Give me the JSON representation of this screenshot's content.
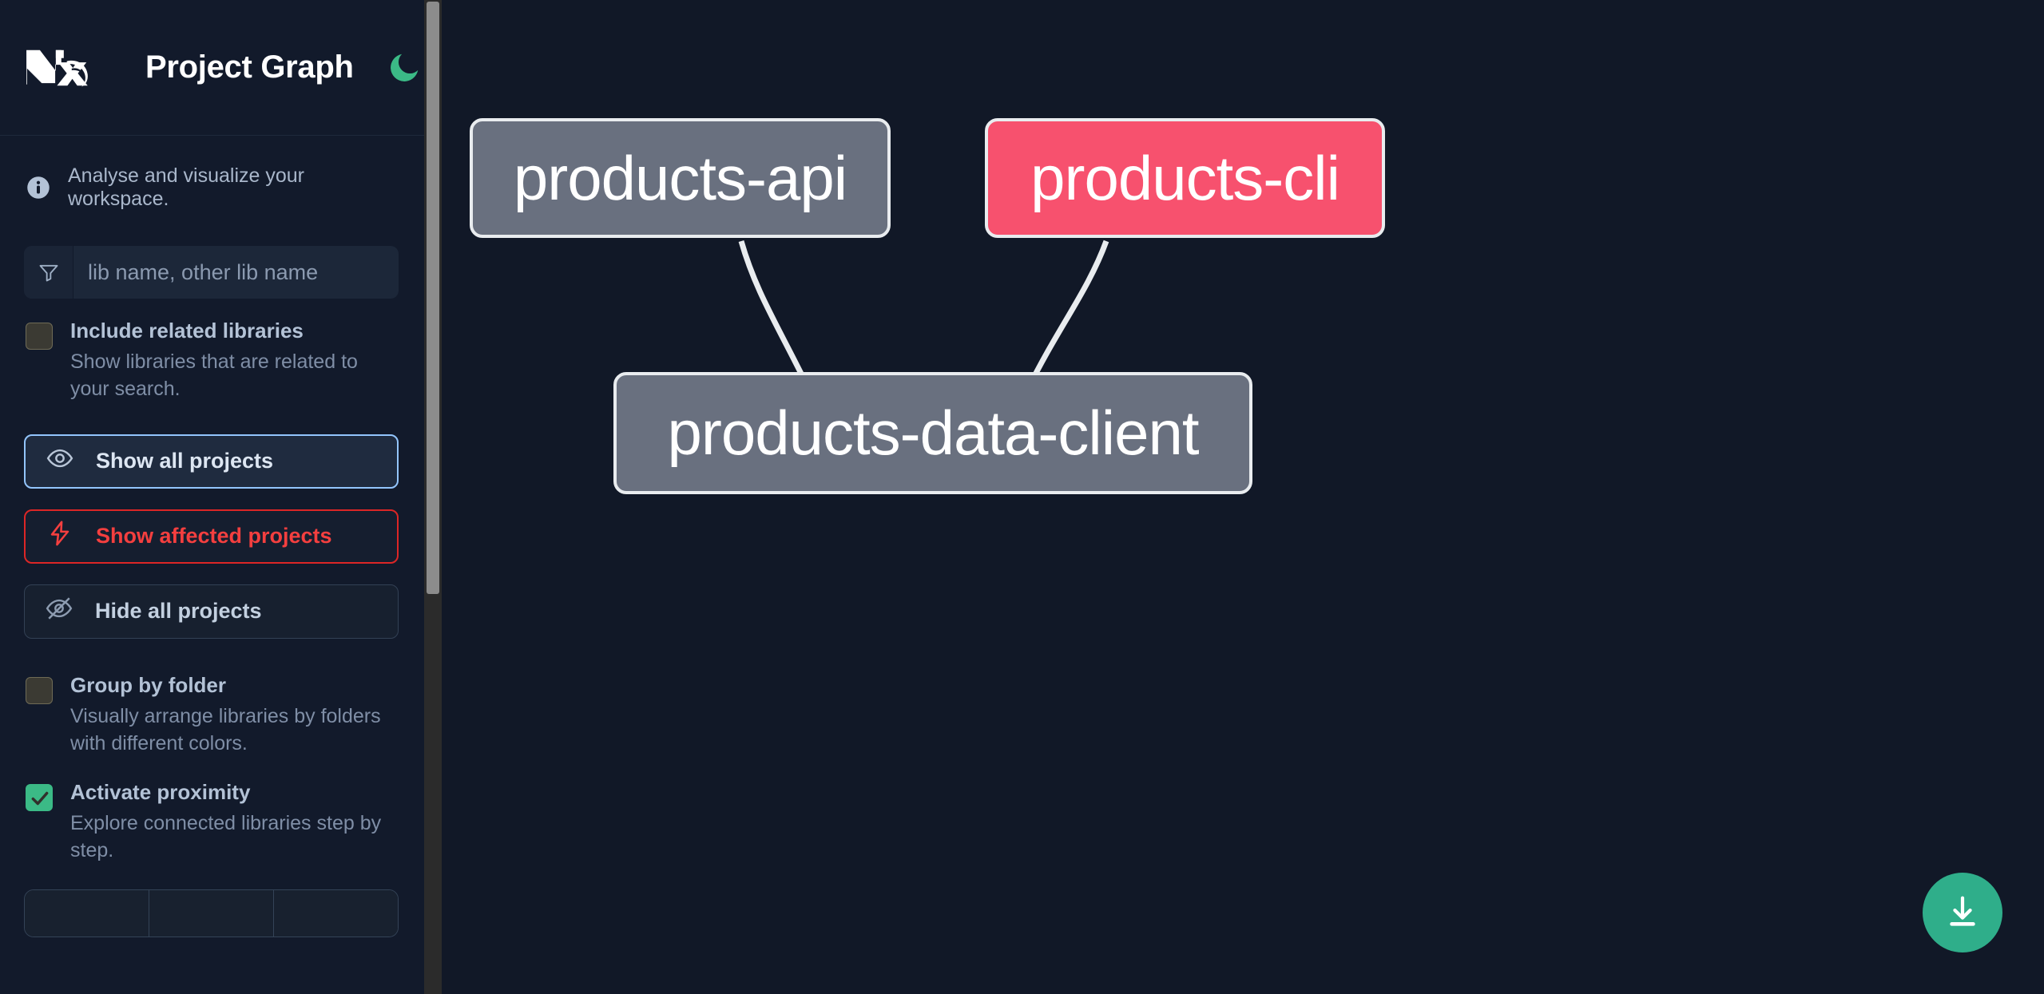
{
  "app": {
    "title": "Project Graph",
    "logo_icon": "nx-logo",
    "theme_toggle_icon": "moon-icon",
    "theme_toggle_color": "#3bba86"
  },
  "sidebar": {
    "note": {
      "icon": "info-icon",
      "text": "Analyse and visualize your workspace."
    },
    "search": {
      "icon": "filter-funnel-icon",
      "placeholder": "lib name, other lib name",
      "value": ""
    },
    "options": [
      {
        "key": "include_related",
        "label": "Include related libraries",
        "description": "Show libraries that are related to your search.",
        "checked": false
      },
      {
        "key": "group_by_folder",
        "label": "Group by folder",
        "description": "Visually arrange libraries by folders with different colors.",
        "checked": false
      },
      {
        "key": "activate_proximity",
        "label": "Activate proximity",
        "description": "Explore connected libraries step by step.",
        "checked": true
      }
    ],
    "buttons": [
      {
        "key": "show_all",
        "label": "Show all projects",
        "icon": "eye-icon",
        "accent": "#93c5fd"
      },
      {
        "key": "show_affected",
        "label": "Show affected projects",
        "icon": "lightning-bolt-icon",
        "accent": "#dc2626"
      },
      {
        "key": "hide_all",
        "label": "Hide all projects",
        "icon": "eye-off-icon",
        "accent": "#334155"
      }
    ],
    "scrollbar": {
      "name": "sidebar-scrollbar",
      "thumb_color": "#8c8c8c",
      "track_color": "#2b2b2b"
    }
  },
  "graph": {
    "background": "#111827",
    "node_normal_color": "#69707f",
    "node_affected_color": "#f7516e",
    "edge_color": "#e9ecef",
    "nodes": [
      {
        "id": "products-api",
        "label": "products-api",
        "state": "normal"
      },
      {
        "id": "products-cli",
        "label": "products-cli",
        "state": "affected"
      },
      {
        "id": "products-data-client",
        "label": "products-data-client",
        "state": "normal"
      }
    ],
    "edges": [
      {
        "from": "products-api",
        "to": "products-data-client"
      },
      {
        "from": "products-cli",
        "to": "products-data-client"
      }
    ],
    "download_button": {
      "icon": "download-icon",
      "color": "#2fae8a"
    }
  }
}
